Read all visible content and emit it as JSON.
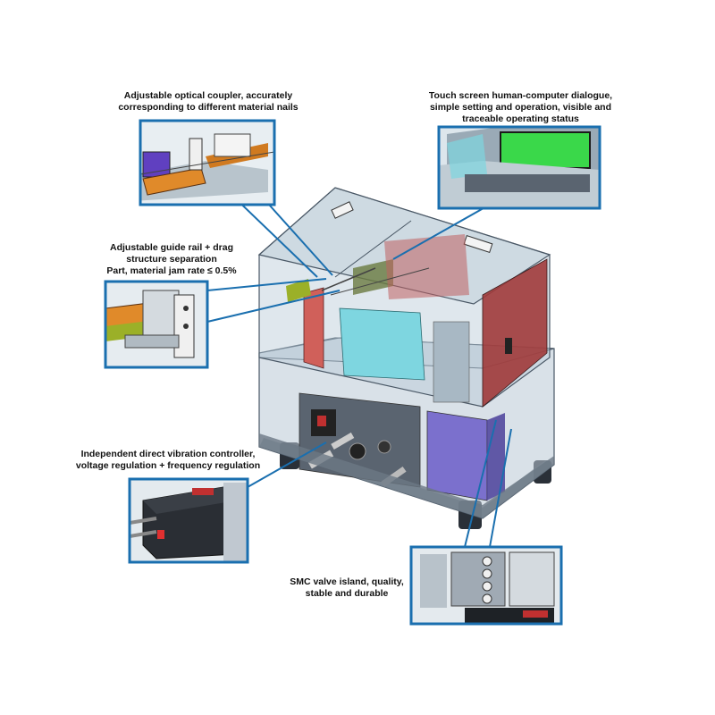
{
  "colors": {
    "callout_border": "#1a6faf",
    "leader_line": "#1a6faf",
    "panel_red": "#a03a3a",
    "screen_green": "#3ad84a",
    "tank_cyan": "#7ed6e0",
    "column_purple": "#6a5cc8",
    "guide_orange": "#e08a2a",
    "glass_tint": "#b9c9d6"
  },
  "callouts": {
    "coupler": {
      "label": "Adjustable optical coupler, accurately\ncorresponding to different material nails"
    },
    "touch_screen": {
      "label": "Touch screen human-computer dialogue,\nsimple setting and operation, visible and\ntraceable operating status"
    },
    "guide_rail": {
      "label": "Adjustable guide rail + drag\nstructure separation\nPart, material jam rate ≤ 0.5%"
    },
    "vibration": {
      "label": "Independent direct vibration controller,\nvoltage regulation + frequency regulation"
    },
    "smc": {
      "label": "SMC valve island, quality,\nstable and durable"
    }
  }
}
